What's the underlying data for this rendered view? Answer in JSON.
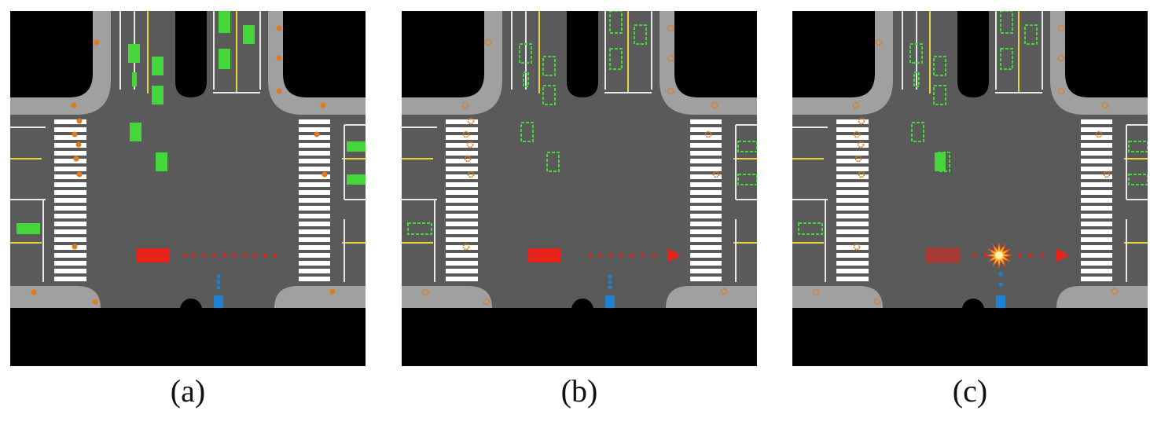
{
  "figure": {
    "panels": [
      {
        "id": "a",
        "caption": "(a)",
        "description_mode": "solid"
      },
      {
        "id": "b",
        "caption": "(b)",
        "description_mode": "dashed"
      },
      {
        "id": "c",
        "caption": "(c)",
        "description_mode": "dashed_collision"
      }
    ],
    "colors": {
      "road": "#5a5a5a",
      "block": "#000000",
      "sidewalk": "#a0a0a0",
      "crosswalk": "#ffffff",
      "lane_yellow": "#e8d33a",
      "vehicle": "#44d63a",
      "ego_vehicle": "#e8231a",
      "pedestrian": "#e07a1c",
      "agent": "#1f7fd0",
      "explosion": "#f7b62a"
    },
    "icons": {
      "collision": "explosion-icon",
      "direction": "arrowhead-icon"
    }
  }
}
